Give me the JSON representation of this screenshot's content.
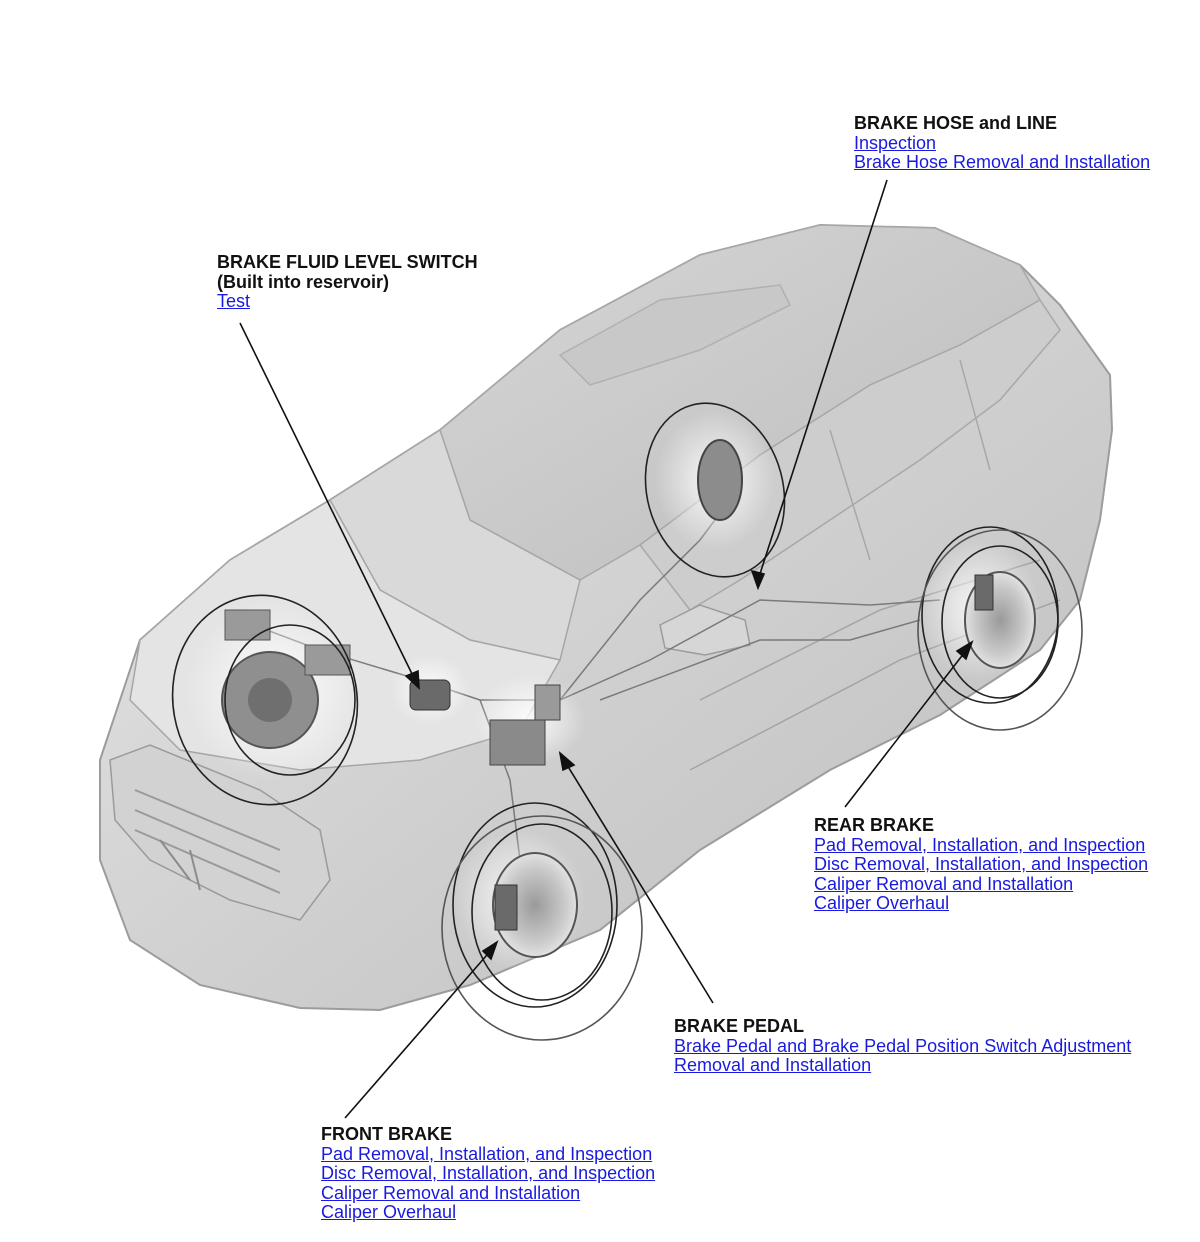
{
  "callouts": {
    "hose": {
      "title": "BRAKE HOSE and LINE",
      "links": [
        "Inspection",
        "Brake Hose Removal and Installation"
      ]
    },
    "fluid": {
      "title": "BRAKE FLUID LEVEL SWITCH",
      "subtitle": "(Built into reservoir)",
      "links": [
        "Test"
      ]
    },
    "rear": {
      "title": "REAR BRAKE",
      "links": [
        "Pad Removal, Installation, and Inspection",
        "Disc Removal, Installation, and Inspection",
        "Caliper Removal and Installation",
        "Caliper Overhaul"
      ]
    },
    "pedal": {
      "title": "BRAKE PEDAL",
      "links": [
        "Brake Pedal and Brake Pedal Position Switch Adjustment",
        "Removal and Installation"
      ]
    },
    "front": {
      "title": "FRONT BRAKE",
      "links": [
        "Pad Removal, Installation, and Inspection",
        "Disc Removal, Installation, and Inspection",
        "Caliper Removal and Installation",
        "Caliper Overhaul"
      ]
    }
  },
  "colors": {
    "link": "#1a1adf",
    "line": "#111111"
  }
}
